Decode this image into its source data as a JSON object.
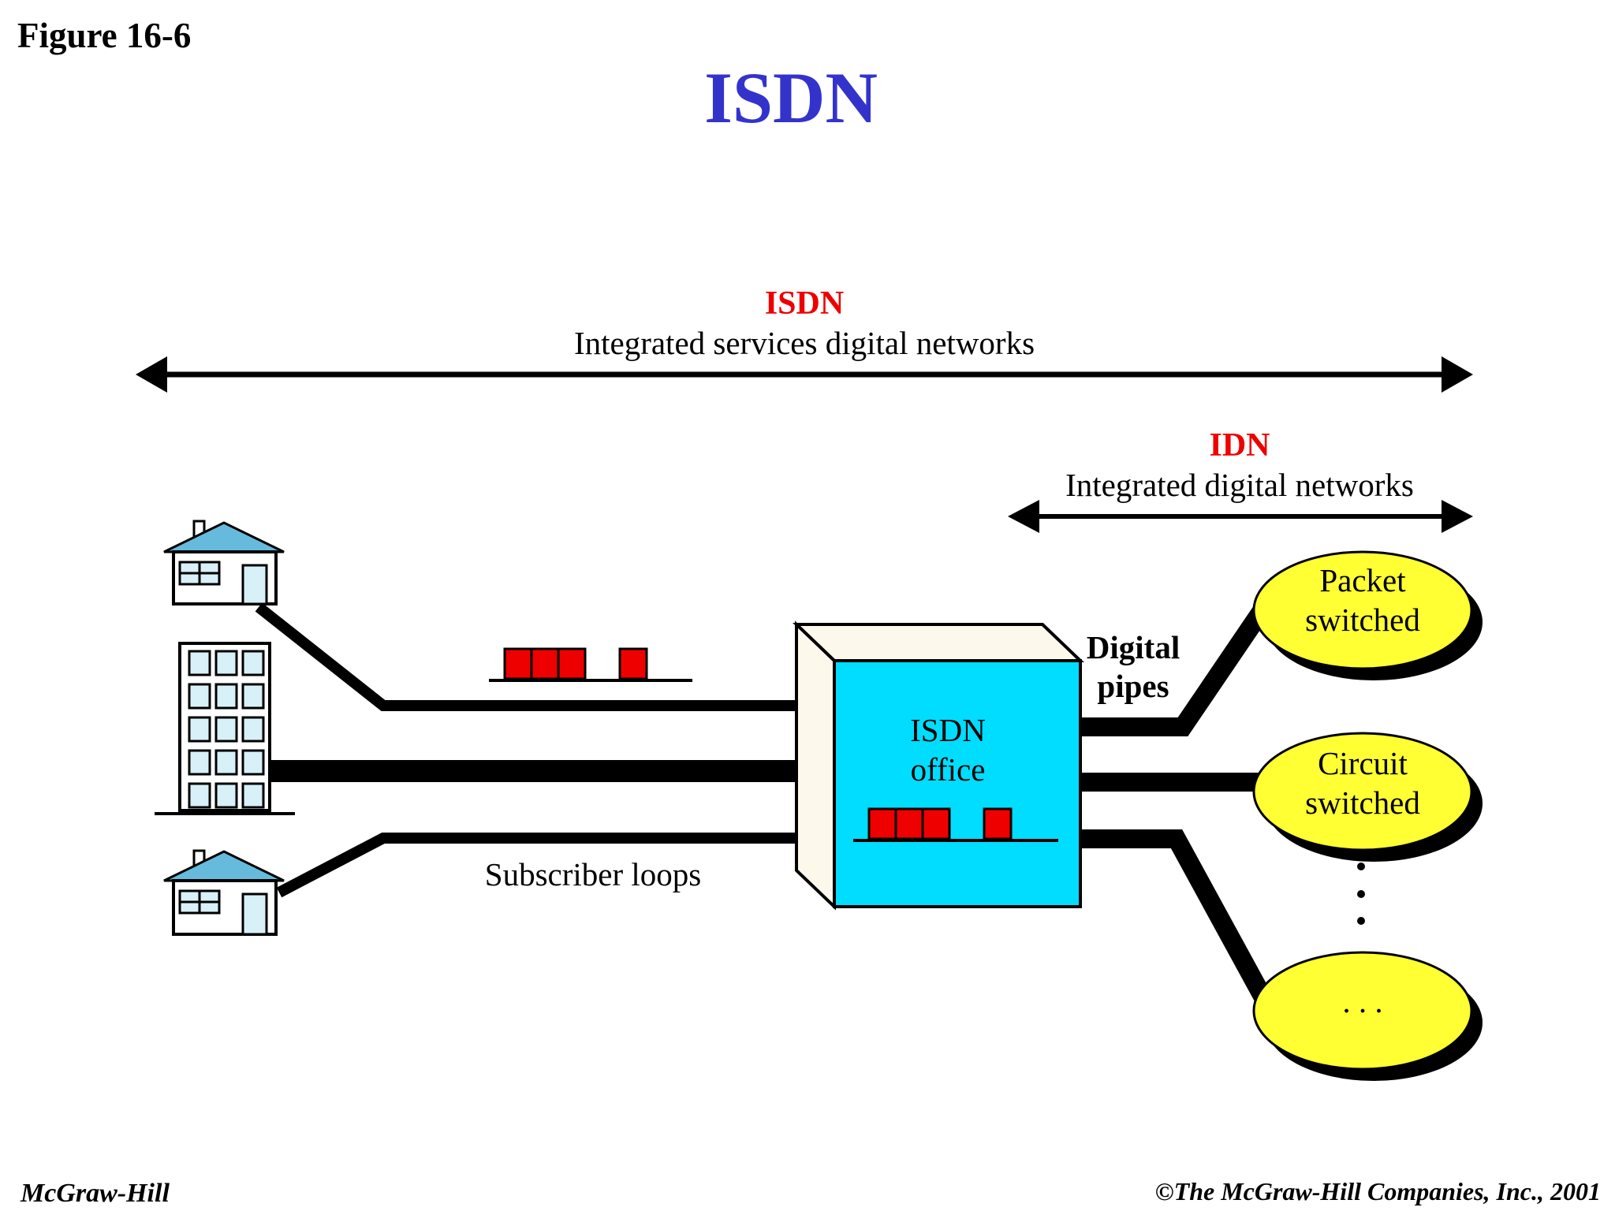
{
  "figure_label": "Figure 16-6",
  "title": "ISDN",
  "isdn_span": {
    "acronym": "ISDN",
    "description": "Integrated services digital networks"
  },
  "idn_span": {
    "acronym": "IDN",
    "description": "Integrated digital networks"
  },
  "office": {
    "line1": "ISDN",
    "line2": "office"
  },
  "digital_pipes": {
    "line1": "Digital",
    "line2": "pipes"
  },
  "subscriber_loops_label": "Subscriber loops",
  "networks": [
    {
      "line1": "Packet",
      "line2": "switched"
    },
    {
      "line1": "Circuit",
      "line2": "switched"
    },
    {
      "line1": ". . .",
      "line2": ""
    }
  ],
  "footer": {
    "left": "McGraw-Hill",
    "right": "©The McGraw-Hill Companies, Inc., 2001"
  },
  "colors": {
    "title_blue": "#3333cc",
    "label_red": "#ee0000",
    "office_cyan": "#00ddff",
    "cloud_yellow": "#ffff33",
    "house_roof": "#66bbdd",
    "packet_red": "#ee0000"
  }
}
